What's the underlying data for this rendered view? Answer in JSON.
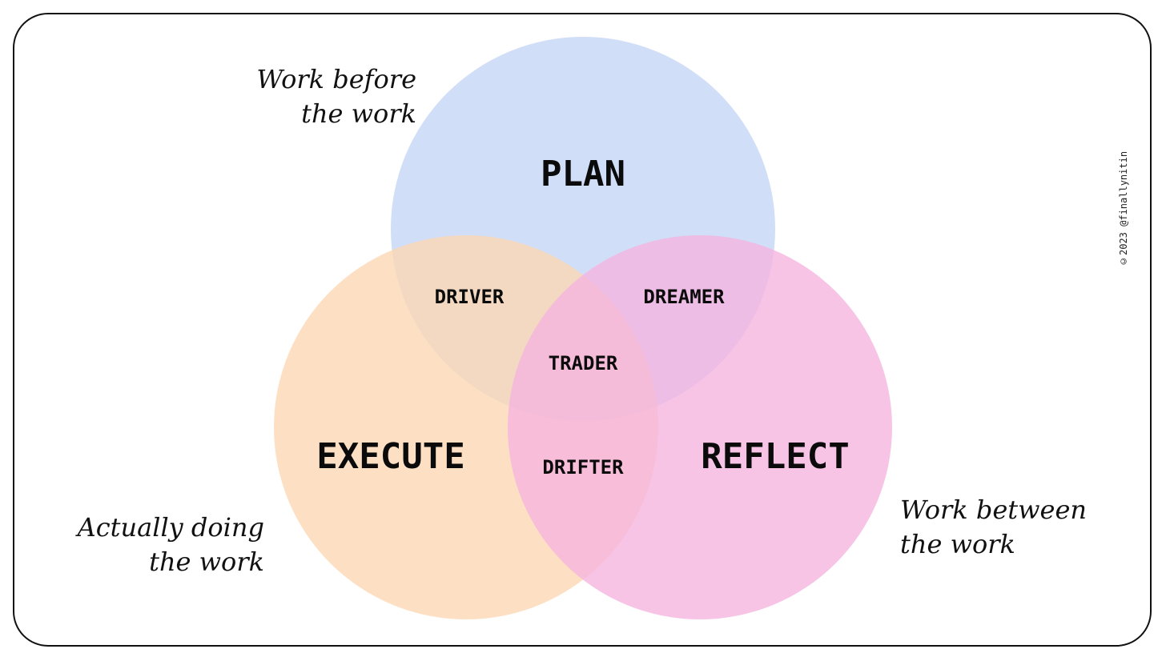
{
  "circles": [
    {
      "id": "plan",
      "label": "PLAN",
      "color": "#c3d5f6"
    },
    {
      "id": "execute",
      "label": "EXECUTE",
      "color": "#fcd7b2"
    },
    {
      "id": "reflect",
      "label": "REFLECT",
      "color": "#f5b4df"
    }
  ],
  "overlaps": {
    "plan_execute": "DRIVER",
    "plan_reflect": "DREAMER",
    "execute_reflect": "DRIFTER",
    "all_three": "TRADER"
  },
  "notes": {
    "plan": "Work before\nthe work",
    "execute": "Actually doing\nthe work",
    "reflect": "Work between\nthe work"
  },
  "credit": "©2023 @finallynitin"
}
